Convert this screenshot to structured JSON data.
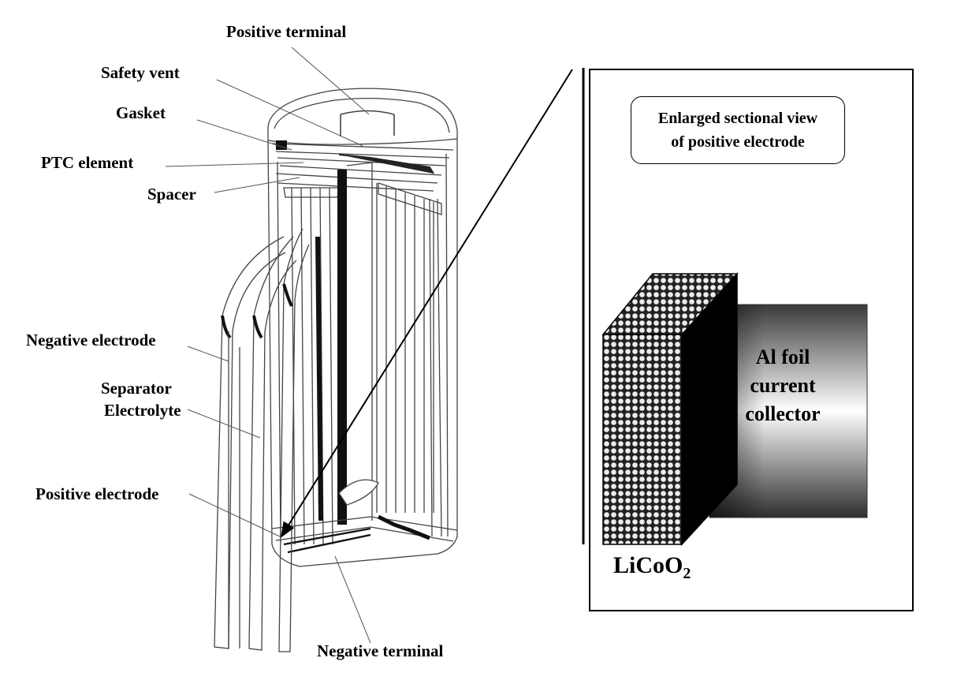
{
  "labels": {
    "positive_terminal": "Positive terminal",
    "safety_vent": "Safety vent",
    "gasket": "Gasket",
    "ptc_element": "PTC element",
    "spacer": "Spacer",
    "negative_electrode": "Negative electrode",
    "separator": "Separator",
    "electrolyte": "Electrolyte",
    "positive_electrode": "Positive electrode",
    "negative_terminal": "Negative terminal"
  },
  "inset": {
    "title_line1": "Enlarged sectional view",
    "title_line2": "of positive electrode",
    "foil_line1": "Al foil",
    "foil_line2": "current",
    "foil_line3": "collector",
    "material_base": "LiCoO",
    "material_sub": "2"
  }
}
